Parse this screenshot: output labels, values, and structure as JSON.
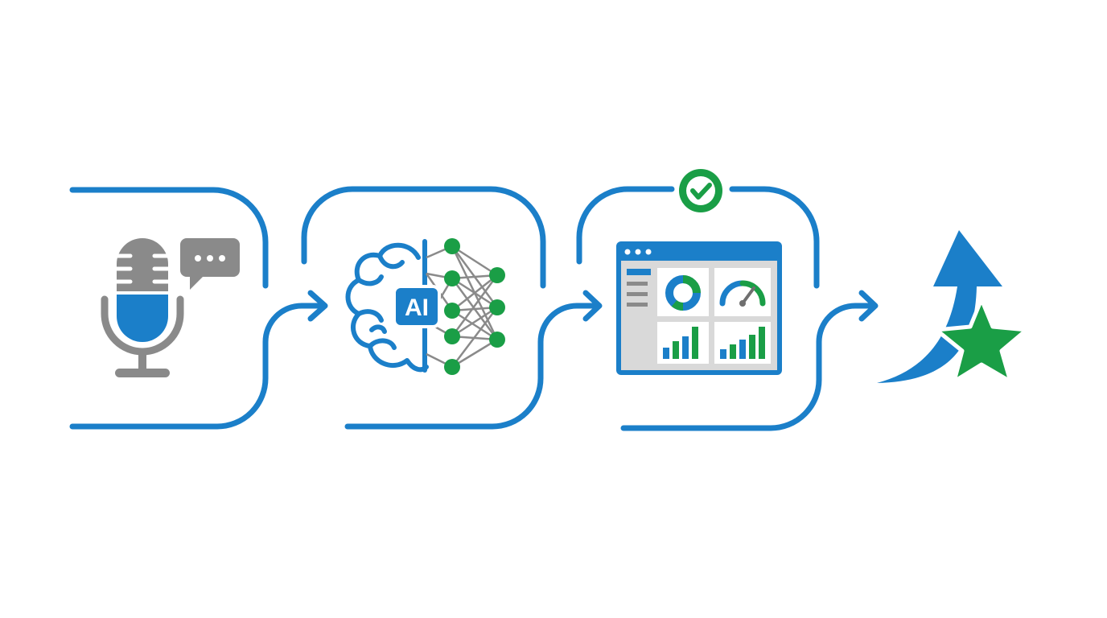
{
  "colors": {
    "blue": "#1b7fc9",
    "green": "#1a9e46",
    "gray": "#8a8a8a",
    "dark_gray": "#6f6f6f",
    "light_gray": "#d9d9d9",
    "white": "#ffffff"
  },
  "steps": [
    {
      "id": "voice-input",
      "icons": [
        "microphone-icon",
        "speech-bubble-icon"
      ]
    },
    {
      "id": "ai-processing",
      "icons": [
        "brain-icon",
        "neural-network-icon"
      ],
      "label": "AI"
    },
    {
      "id": "dashboard-analysis",
      "icons": [
        "dashboard-window-icon",
        "checkmark-badge-icon"
      ]
    },
    {
      "id": "growth-outcome",
      "icons": [
        "growth-arrow-icon",
        "star-icon"
      ]
    }
  ],
  "connectors": [
    "arrow-right-icon",
    "arrow-right-icon",
    "arrow-right-icon"
  ]
}
